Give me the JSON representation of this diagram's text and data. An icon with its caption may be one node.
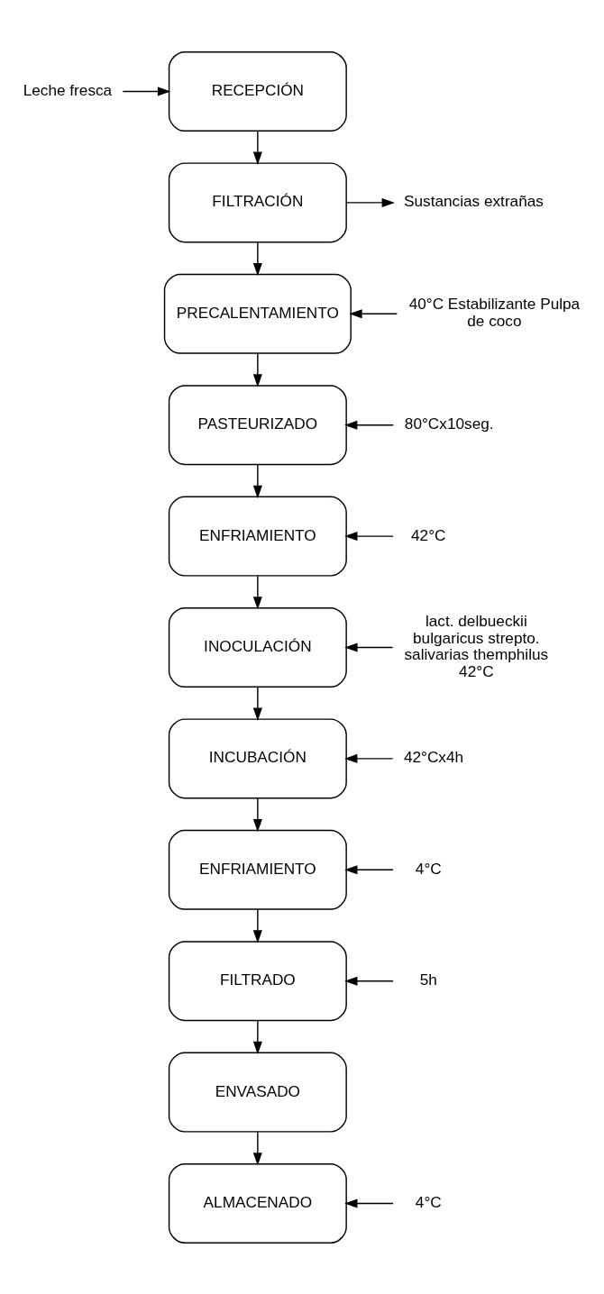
{
  "diagram": {
    "nodes": [
      {
        "text": [
          "Leche fresca"
        ]
      },
      {
        "text": [
          "RECEPCIÓN"
        ]
      },
      {
        "text": [
          "FILTRACIÓN"
        ]
      },
      {
        "text": [
          "Sustancias extrañas"
        ]
      },
      {
        "text": [
          "40°C Estabilizante Pulpa de coco"
        ]
      },
      {
        "text": [
          "PRECALENTAMIENTO"
        ]
      },
      {
        "text": [
          "80°Cx10seg."
        ]
      },
      {
        "text": [
          "PASTEURIZADO"
        ]
      },
      {
        "text": [
          "42°C"
        ]
      },
      {
        "text": [
          "ENFRIAMIENTO"
        ]
      },
      {
        "text": [
          "lact. delbueckii bulgaricus strepto. salivarias themphilus 42°C"
        ]
      },
      {
        "text": [
          "INOCULACIÓN"
        ]
      },
      {
        "text": [
          "42°Cx4h"
        ]
      },
      {
        "text": [
          "INCUBACIÓN"
        ]
      },
      {
        "text": [
          "4°C"
        ]
      },
      {
        "text": [
          "ENFRIAMIENTO"
        ]
      },
      {
        "text": [
          "5h"
        ]
      },
      {
        "text": [
          "FILTRADO"
        ]
      },
      {
        "text": [
          "ENVASADO"
        ]
      },
      {
        "text": [
          "4°C"
        ]
      },
      {
        "text": [
          "ALMACENADO"
        ]
      }
    ],
    "edges": [
      {
        "from": 0,
        "to": 1,
        "arrow": "to"
      },
      {
        "from": 1,
        "to": 2,
        "arrow": "to"
      },
      {
        "from": 2,
        "to": 3,
        "arrow": "to"
      },
      {
        "from": 2,
        "to": 5,
        "arrow": "to"
      },
      {
        "from": 4,
        "to": 5,
        "arrow": "to"
      },
      {
        "from": 5,
        "to": 7,
        "arrow": "to"
      },
      {
        "from": 6,
        "to": 7,
        "arrow": "to"
      },
      {
        "from": 7,
        "to": 9,
        "arrow": "to"
      },
      {
        "from": 8,
        "to": 9,
        "arrow": "to"
      },
      {
        "from": 9,
        "to": 11,
        "arrow": "to"
      },
      {
        "from": 10,
        "to": 11,
        "arrow": "to"
      },
      {
        "from": 11,
        "to": 13,
        "arrow": "to"
      },
      {
        "from": 12,
        "to": 13,
        "arrow": "to"
      },
      {
        "from": 13,
        "to": 15,
        "arrow": "to"
      },
      {
        "from": 14,
        "to": 15,
        "arrow": "to"
      },
      {
        "from": 15,
        "to": 17,
        "arrow": "to"
      },
      {
        "from": 16,
        "to": 17,
        "arrow": "to"
      },
      {
        "from": 17,
        "to": 18,
        "arrow": "to"
      },
      {
        "from": 18,
        "to": 20,
        "arrow": "to"
      },
      {
        "from": 19,
        "to": 20,
        "arrow": "to"
      }
    ]
  }
}
